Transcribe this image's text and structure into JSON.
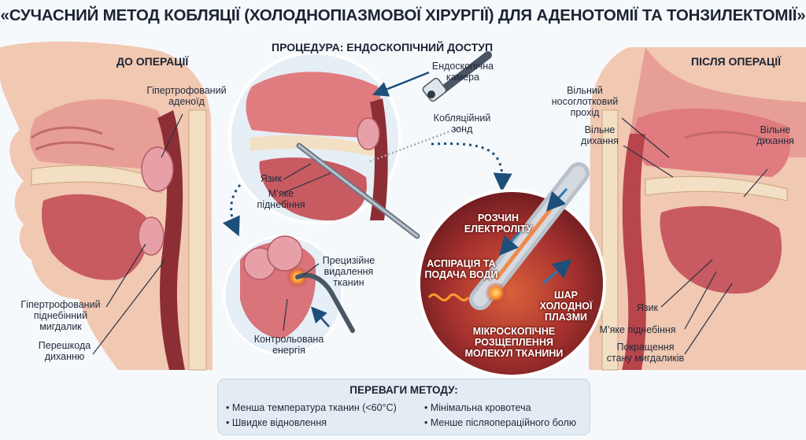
{
  "title": "«СУЧАСНИЙ МЕТОД КОБЛЯЦІЇ (ХОЛОДНОПІАЗМОВОЇ ХІРУРГІЇ) ДЛЯ АДЕНОТОМІЇ ТА ТОНЗИЛЕКТОМІЇ»",
  "before": {
    "heading": "ДО ОПЕРАЦІЇ",
    "adenoid": "Гіпертрофований\nаденоїд",
    "tonsil": "Гіпертрофований\nпіднебінний\nмигдалик",
    "obstruction": "Перешкода\nдиханню"
  },
  "procedure": {
    "heading": "ПРОЦЕДУРА: ЕНДОСКОПІЧНИЙ ДОСТУП",
    "camera": "Ендоскопічна\nкамера",
    "probe": "Кобляційний\nзонд",
    "tongue": "Язик",
    "soft_palate": "М’яке\nпіднебіння",
    "precise_removal": "Прецизійне\nвидалення\nтканин",
    "controlled_energy": "Контрольована\nенергія"
  },
  "probe_detail": {
    "electrolyte": "РОЗЧИН\nЕЛЕКТРОЛІТУ",
    "aspiration": "АСПІРАЦІЯ ТА\nПОДАЧА ВОДИ",
    "plasma_layer": "ШАР\nХОЛОДНОЇ\nПЛАЗМИ",
    "molecular": "МІКРОСКОПІЧНЕ\nРОЗЩЕПЛЕННЯ\nМОЛЕКУЛ ТКАНИНИ"
  },
  "after": {
    "heading": "ПІСЛЯ ОПЕРАЦІЇ",
    "nasopharynx": "Вільний\nносоглотковий\nпрохід",
    "breathing_left": "Вільне\nдихання",
    "breathing_right": "Вільне\nдихання",
    "tongue": "Язик",
    "soft_palate": "М’яке піднебіння",
    "tonsils": "Покращення\nстану мигдаликів"
  },
  "benefits": {
    "heading": "ПЕРЕВАГИ МЕТОДУ:",
    "items": [
      "• Менша температура тканин (<60°C)",
      "• Мінімальна кровотеча",
      "• Швидке відновлення",
      "• Менше післяопераційного болю"
    ]
  },
  "colors": {
    "skin": "#f1c8b2",
    "tissue": "#d9747a",
    "bone": "#f3dfc3",
    "plasma_glow": "#ff9a2e",
    "arrow_blue": "#1d4f7a",
    "circle_bg": "#e6eef6"
  }
}
